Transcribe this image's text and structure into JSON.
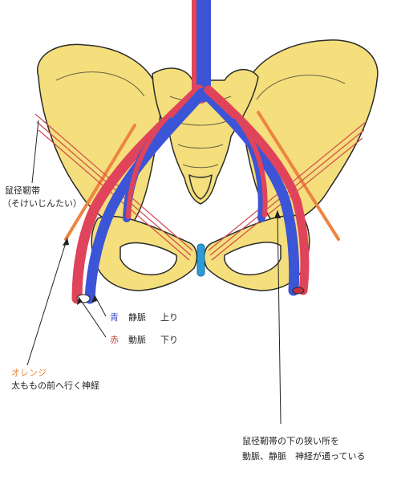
{
  "labels": {
    "ligament": "鼠径靭帯",
    "ligament_reading": "（そけいじんたい）",
    "blue_word": "青",
    "vein": "静脈",
    "vein_direction": "上り",
    "red_word": "赤",
    "artery": "動脈",
    "artery_direction": "下り",
    "orange_word": "オレンジ",
    "nerve_desc": "太ももの前へ行く神経",
    "note_line1": "鼠径靭帯の下の狭い所を",
    "note_line2": "動脈、静脈　神経が通っている"
  },
  "colors": {
    "bone": "#f4df7c",
    "bone_outline": "#2b2b2b",
    "vein": "#3c55d6",
    "artery": "#e0445a",
    "nerve": "#ee8440",
    "ligament": "#d04a50",
    "symphysis": "#2f9bd6"
  }
}
